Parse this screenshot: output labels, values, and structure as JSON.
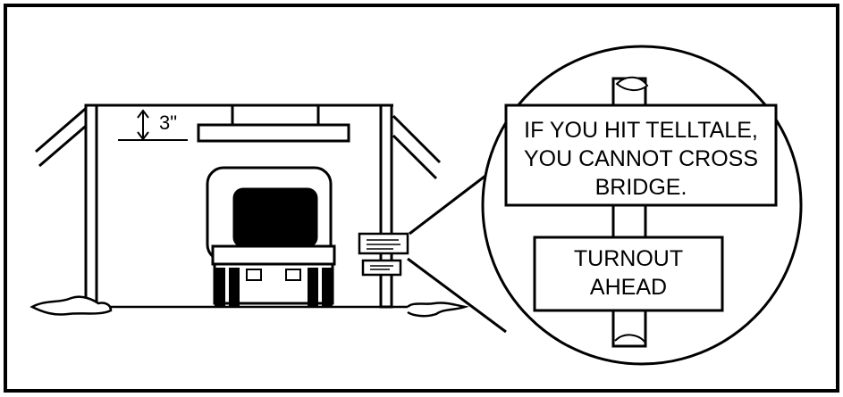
{
  "figure": {
    "clearance_label": "3\"",
    "sign_main": {
      "line1": "IF YOU HIT TELLTALE,",
      "line2": "YOU CANNOT CROSS",
      "line3": "BRIDGE."
    },
    "sign_turnout": {
      "line1": "TURNOUT",
      "line2": "AHEAD"
    }
  }
}
